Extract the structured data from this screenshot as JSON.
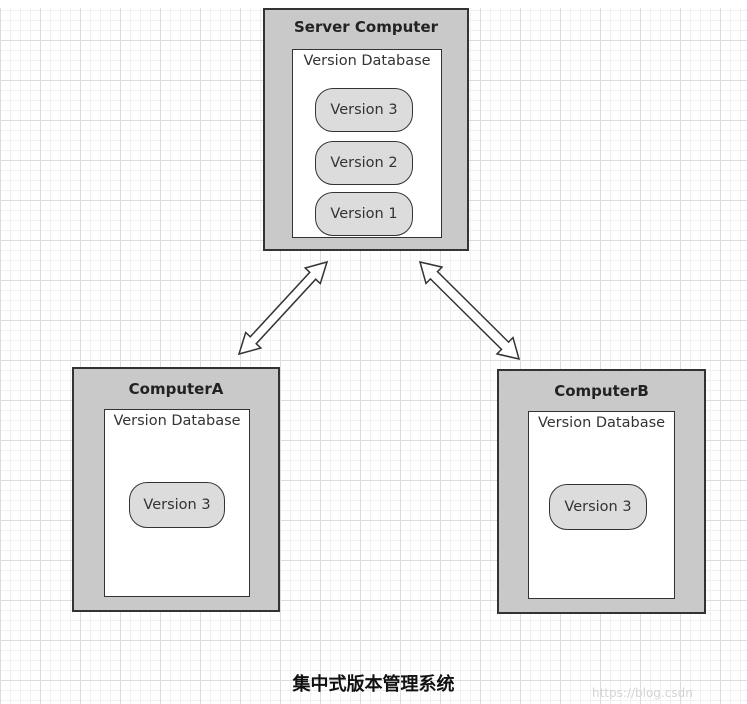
{
  "server": {
    "title": "Server Computer",
    "database_label": "Version Database",
    "versions": [
      "Version 3",
      "Version 2",
      "Version 1"
    ]
  },
  "computer_a": {
    "title": "ComputerA",
    "database_label": "Version Database",
    "versions": [
      "Version 3"
    ]
  },
  "computer_b": {
    "title": "ComputerB",
    "database_label": "Version Database",
    "versions": [
      "Version 3"
    ]
  },
  "caption": "集中式版本管理系统",
  "watermark": "https://blog.csdn"
}
